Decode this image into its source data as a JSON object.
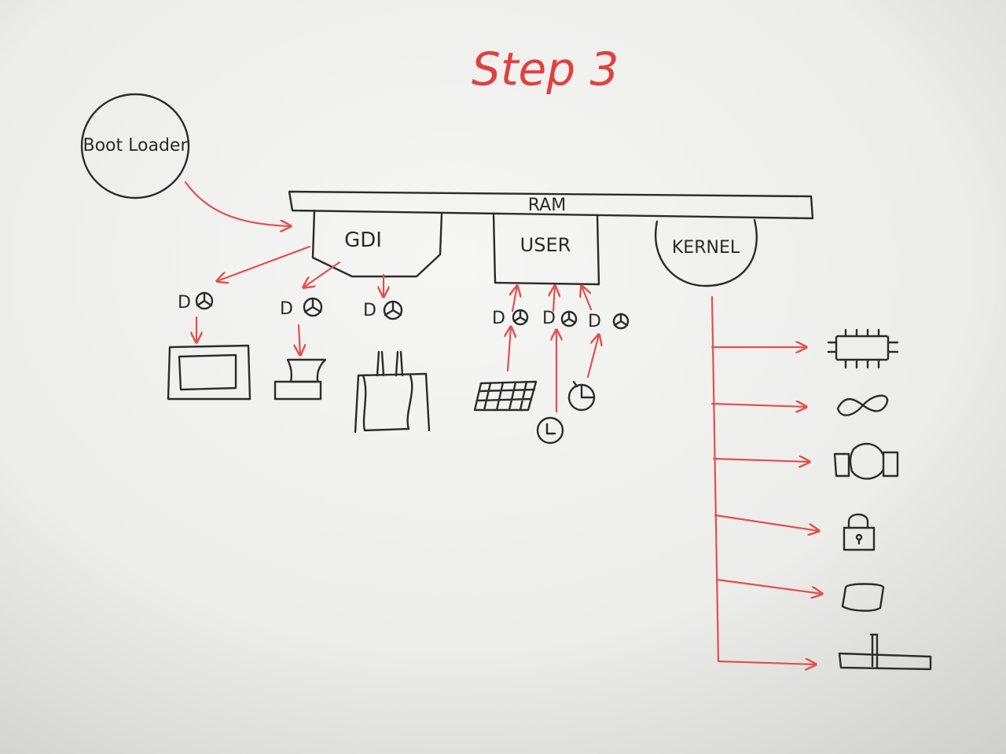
{
  "title": "Step 3",
  "boot_loader_label": "Boot Loader",
  "ram_label": "RAM",
  "modules": {
    "gdi": "GDI",
    "user": "USER",
    "kernel": "KERNEL"
  },
  "driver_label": "D",
  "colors": {
    "ink": "#2b2b2b",
    "marker_red": "#e2504b",
    "board": "#efefed"
  },
  "gdi_outputs": [
    "monitor-icon",
    "printer-icon",
    "plotter-icon"
  ],
  "user_inputs": [
    "keyboard-icon",
    "clock-icon",
    "mouse-icon"
  ],
  "kernel_resources": [
    "cpu-chip-icon",
    "memory-infinity-icon",
    "process-cycle-icon",
    "lock-icon",
    "disk-icon",
    "network-tee-icon"
  ]
}
